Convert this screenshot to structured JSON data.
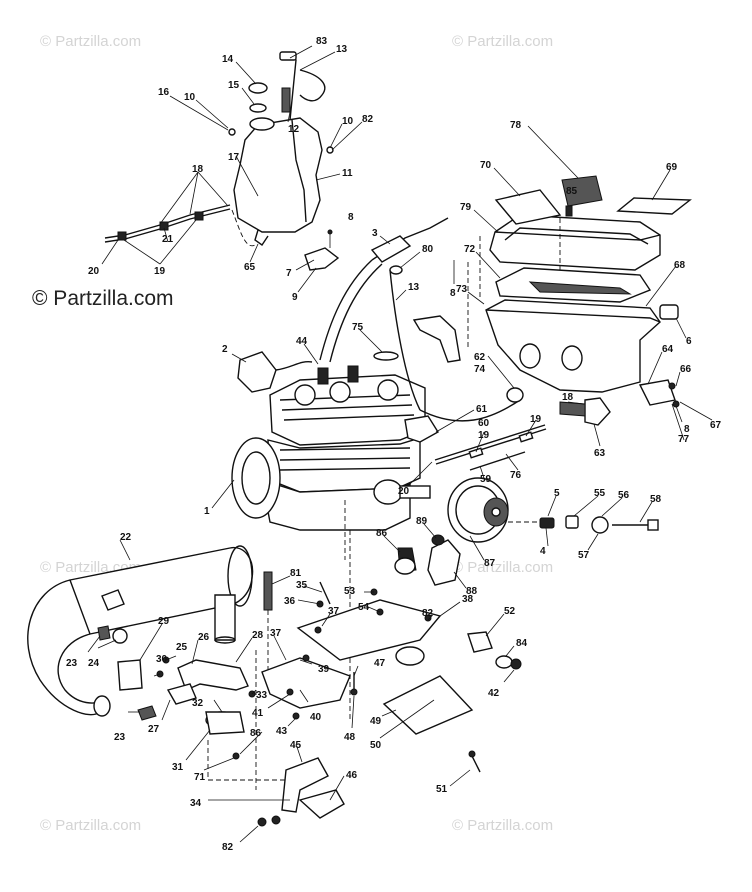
{
  "watermark": {
    "text": "© Partzilla.com",
    "color": "#d4d4d4"
  },
  "brand_label": "© Partzilla.com",
  "callouts": [
    {
      "id": "c83",
      "label": "83"
    },
    {
      "id": "c13a",
      "label": "13"
    },
    {
      "id": "c14",
      "label": "14"
    },
    {
      "id": "c15",
      "label": "15"
    },
    {
      "id": "c16",
      "label": "16"
    },
    {
      "id": "c10a",
      "label": "10"
    },
    {
      "id": "c12",
      "label": "12"
    },
    {
      "id": "c10b",
      "label": "10"
    },
    {
      "id": "c82a",
      "label": "82"
    },
    {
      "id": "c17",
      "label": "17"
    },
    {
      "id": "c11",
      "label": "11"
    },
    {
      "id": "c18",
      "label": "18"
    },
    {
      "id": "c21",
      "label": "21"
    },
    {
      "id": "c19",
      "label": "19"
    },
    {
      "id": "c20a",
      "label": "20"
    },
    {
      "id": "c65",
      "label": "65"
    },
    {
      "id": "c8a",
      "label": "8"
    },
    {
      "id": "c7",
      "label": "7"
    },
    {
      "id": "c9",
      "label": "9"
    },
    {
      "id": "c3",
      "label": "3"
    },
    {
      "id": "c80",
      "label": "80"
    },
    {
      "id": "c8b",
      "label": "8"
    },
    {
      "id": "c13b",
      "label": "13"
    },
    {
      "id": "c78",
      "label": "78"
    },
    {
      "id": "c70",
      "label": "70"
    },
    {
      "id": "c85",
      "label": "85"
    },
    {
      "id": "c69",
      "label": "69"
    },
    {
      "id": "c79",
      "label": "79"
    },
    {
      "id": "c72",
      "label": "72"
    },
    {
      "id": "c68",
      "label": "68"
    },
    {
      "id": "c73",
      "label": "73"
    },
    {
      "id": "c6",
      "label": "6"
    },
    {
      "id": "c75",
      "label": "75"
    },
    {
      "id": "c62",
      "label": "62"
    },
    {
      "id": "c74",
      "label": "74"
    },
    {
      "id": "c64",
      "label": "64"
    },
    {
      "id": "c66",
      "label": "66"
    },
    {
      "id": "c2",
      "label": "2"
    },
    {
      "id": "c44",
      "label": "44"
    },
    {
      "id": "c61",
      "label": "61"
    },
    {
      "id": "c18b",
      "label": "18"
    },
    {
      "id": "c19b",
      "label": "19"
    },
    {
      "id": "c60",
      "label": "60"
    },
    {
      "id": "c19c",
      "label": "19"
    },
    {
      "id": "c63",
      "label": "63"
    },
    {
      "id": "c8c",
      "label": "8"
    },
    {
      "id": "c77",
      "label": "77"
    },
    {
      "id": "c67",
      "label": "67"
    },
    {
      "id": "c76",
      "label": "76"
    },
    {
      "id": "c59",
      "label": "59"
    },
    {
      "id": "c20b",
      "label": "20"
    },
    {
      "id": "c1",
      "label": "1"
    },
    {
      "id": "c5",
      "label": "5"
    },
    {
      "id": "c55",
      "label": "55"
    },
    {
      "id": "c56",
      "label": "56"
    },
    {
      "id": "c58",
      "label": "58"
    },
    {
      "id": "c4",
      "label": "4"
    },
    {
      "id": "c57",
      "label": "57"
    },
    {
      "id": "c89",
      "label": "89"
    },
    {
      "id": "c87",
      "label": "87"
    },
    {
      "id": "c86a",
      "label": "86"
    },
    {
      "id": "c88",
      "label": "88"
    },
    {
      "id": "c22",
      "label": "22"
    },
    {
      "id": "c81",
      "label": "81"
    },
    {
      "id": "c35",
      "label": "35"
    },
    {
      "id": "c53",
      "label": "53"
    },
    {
      "id": "c38",
      "label": "38"
    },
    {
      "id": "c36",
      "label": "36"
    },
    {
      "id": "c54",
      "label": "54"
    },
    {
      "id": "c37a",
      "label": "37"
    },
    {
      "id": "c82b",
      "label": "82"
    },
    {
      "id": "c52",
      "label": "52"
    },
    {
      "id": "c29",
      "label": "29"
    },
    {
      "id": "c26",
      "label": "26"
    },
    {
      "id": "c28",
      "label": "28"
    },
    {
      "id": "c37b",
      "label": "37"
    },
    {
      "id": "c84",
      "label": "84"
    },
    {
      "id": "c23a",
      "label": "23"
    },
    {
      "id": "c24",
      "label": "24"
    },
    {
      "id": "c25",
      "label": "25"
    },
    {
      "id": "c30",
      "label": "30"
    },
    {
      "id": "c39",
      "label": "39"
    },
    {
      "id": "c47",
      "label": "47"
    },
    {
      "id": "c42",
      "label": "42"
    },
    {
      "id": "c33",
      "label": "33"
    },
    {
      "id": "c32",
      "label": "32"
    },
    {
      "id": "c41",
      "label": "41"
    },
    {
      "id": "c40",
      "label": "40"
    },
    {
      "id": "c23b",
      "label": "23"
    },
    {
      "id": "c27",
      "label": "27"
    },
    {
      "id": "c43",
      "label": "43"
    },
    {
      "id": "c48",
      "label": "48"
    },
    {
      "id": "c49",
      "label": "49"
    },
    {
      "id": "c50",
      "label": "50"
    },
    {
      "id": "c31",
      "label": "31"
    },
    {
      "id": "c86b",
      "label": "86"
    },
    {
      "id": "c45",
      "label": "45"
    },
    {
      "id": "c71",
      "label": "71"
    },
    {
      "id": "c46",
      "label": "46"
    },
    {
      "id": "c34",
      "label": "34"
    },
    {
      "id": "c51",
      "label": "51"
    },
    {
      "id": "c82c",
      "label": "82"
    }
  ]
}
